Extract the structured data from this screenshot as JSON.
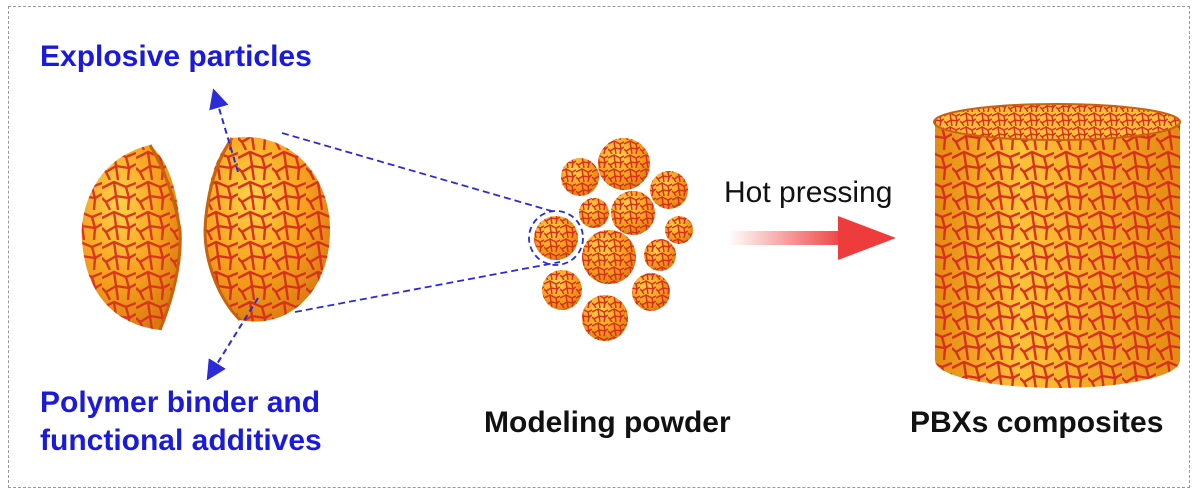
{
  "labels": {
    "explosive_particles": "Explosive particles",
    "binder_line1": "Polymer binder and",
    "binder_line2": "functional additives",
    "modeling_powder": "Modeling powder",
    "hot_pressing": "Hot pressing",
    "pbx_composites": "PBXs composites"
  },
  "colors": {
    "label_blue": "#1a1adc",
    "particle_orange": "#f7a21f",
    "binder_red": "#e8422a",
    "guide_line_blue": "#2b2bd8",
    "arrow_red": "#ee3c3c",
    "frame_gray": "#9a9a9a"
  }
}
